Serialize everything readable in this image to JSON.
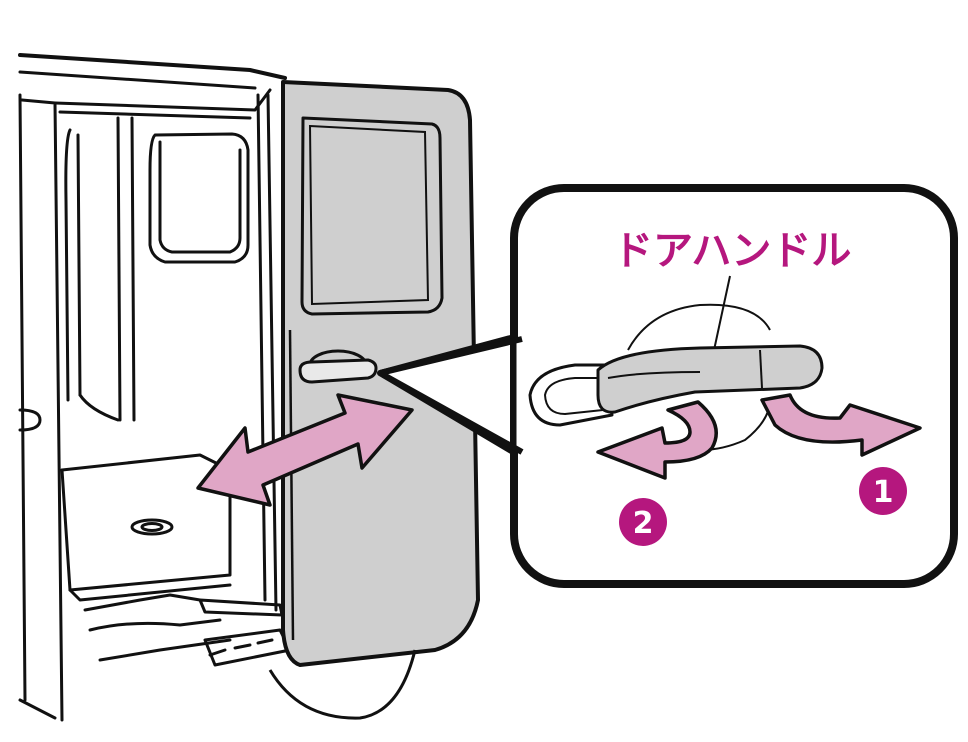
{
  "callout": {
    "label": "ドアハンドル"
  },
  "steps": {
    "step1": "1",
    "step2": "2"
  },
  "colors": {
    "accent": "#b5177e",
    "arrow_fill": "#e0a6c6",
    "door_fill": "#cfcfcf",
    "outline": "#111111",
    "background": "#ffffff"
  },
  "icons": {
    "slide_arrow": "double-headed-arrow-icon",
    "pull_arrow": "curved-arrow-icon",
    "open_arrow": "curved-arrow-icon"
  }
}
